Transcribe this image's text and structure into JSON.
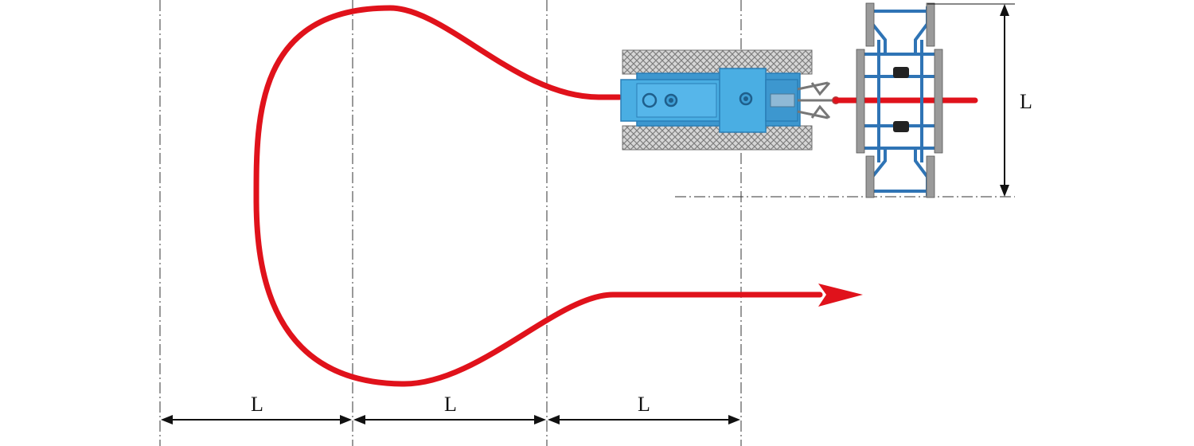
{
  "diagram": {
    "dimension_labels": {
      "vertical": "L",
      "horizontal": [
        "L",
        "L",
        "L"
      ]
    },
    "colors": {
      "path": "#e0121b",
      "tractor_body": "#4aaee3",
      "tractor_outline": "#2a7fb7",
      "track": "#8a8a8a",
      "implement_frame": "#2f74b5",
      "dimension": "#111111",
      "guide_line": "#333333"
    },
    "icons": {
      "vehicle": "tractor-icon",
      "implement": "disc-harrow-icon",
      "direction": "arrow-head-icon"
    }
  }
}
